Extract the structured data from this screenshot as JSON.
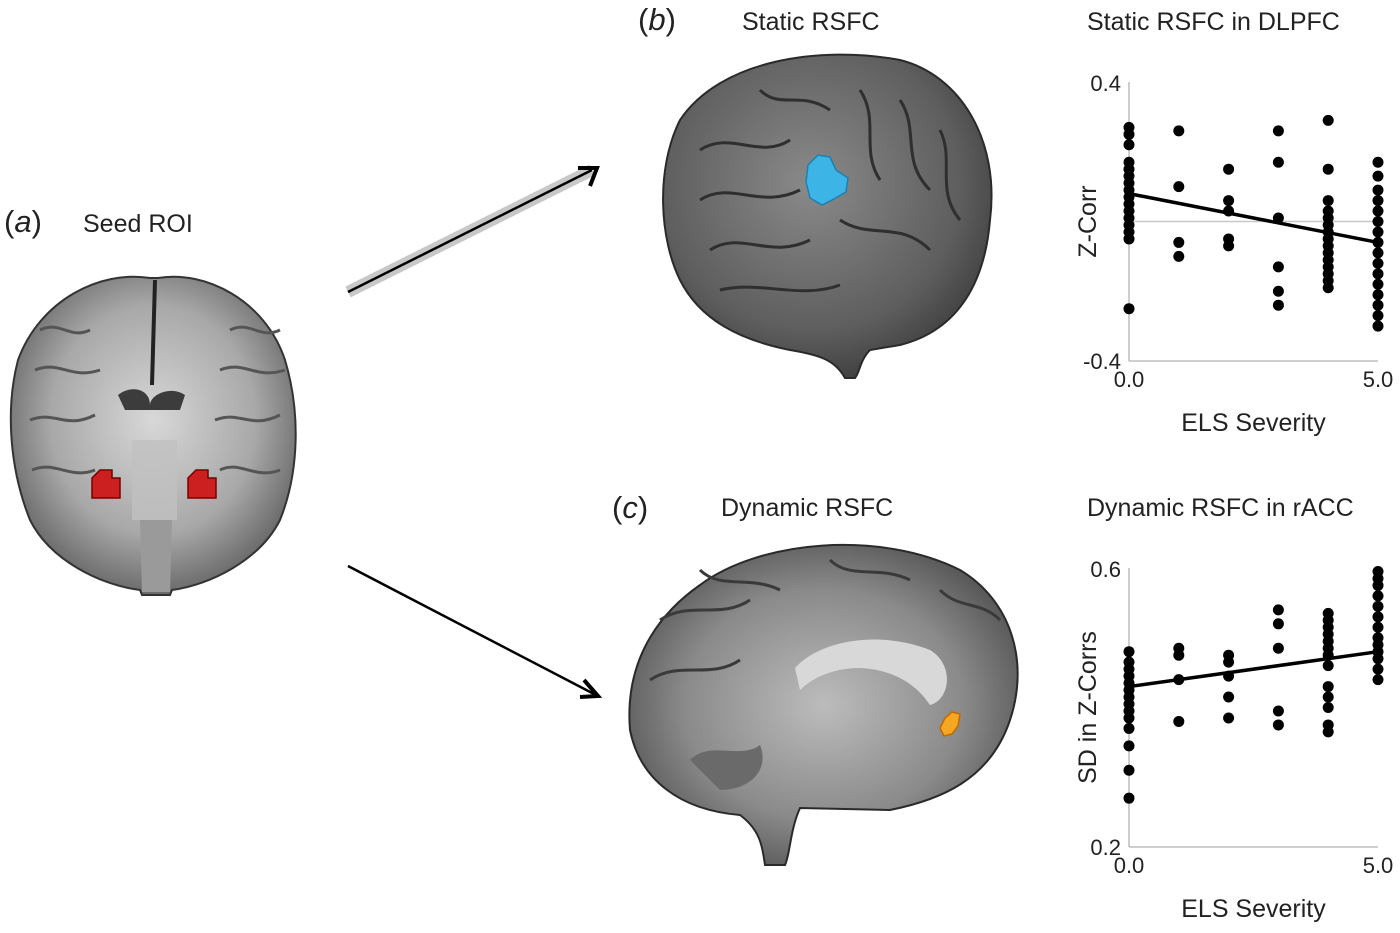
{
  "panels": {
    "a": {
      "letter": "a",
      "title": "Seed ROI"
    },
    "b": {
      "letter": "b",
      "title": "Static RSFC"
    },
    "c": {
      "letter": "c",
      "title": "Dynamic RSFC"
    }
  },
  "colors": {
    "seed_roi": "#cc1f1f",
    "static_cluster": "#3cb4e6",
    "dynamic_cluster": "#f5a623",
    "brain_gray": "#6b6b6b",
    "points": "#000000"
  },
  "chart_data": [
    {
      "type": "scatter",
      "title": "Static RSFC in DLPFC",
      "xlabel": "ELS Severity",
      "ylabel": "Z-Corr",
      "xlim": [
        0,
        5
      ],
      "ylim": [
        -0.4,
        0.4
      ],
      "xticks": [
        "0.0",
        "5.0"
      ],
      "yticks": [
        "0.4",
        "-0.4"
      ],
      "zero_line": true,
      "points": [
        [
          0,
          0.27
        ],
        [
          0,
          0.25
        ],
        [
          0,
          0.22
        ],
        [
          0,
          0.17
        ],
        [
          0,
          0.15
        ],
        [
          0,
          0.13
        ],
        [
          0,
          0.11
        ],
        [
          0,
          0.09
        ],
        [
          0,
          0.07
        ],
        [
          0,
          0.05
        ],
        [
          0,
          0.03
        ],
        [
          0,
          0.01
        ],
        [
          0,
          -0.01
        ],
        [
          0,
          -0.03
        ],
        [
          0,
          -0.05
        ],
        [
          0,
          -0.25
        ],
        [
          1,
          0.26
        ],
        [
          1,
          0.1
        ],
        [
          1,
          -0.06
        ],
        [
          1,
          -0.1
        ],
        [
          2,
          0.15
        ],
        [
          2,
          0.06
        ],
        [
          2,
          0.03
        ],
        [
          2,
          -0.05
        ],
        [
          2,
          -0.07
        ],
        [
          3,
          0.26
        ],
        [
          3,
          0.17
        ],
        [
          3,
          0.01
        ],
        [
          3,
          -0.13
        ],
        [
          3,
          -0.2
        ],
        [
          3,
          -0.24
        ],
        [
          4,
          0.29
        ],
        [
          4,
          0.15
        ],
        [
          4,
          0.06
        ],
        [
          4,
          0.03
        ],
        [
          4,
          0.01
        ],
        [
          4,
          -0.01
        ],
        [
          4,
          -0.03
        ],
        [
          4,
          -0.05
        ],
        [
          4,
          -0.07
        ],
        [
          4,
          -0.09
        ],
        [
          4,
          -0.11
        ],
        [
          4,
          -0.13
        ],
        [
          4,
          -0.15
        ],
        [
          4,
          -0.17
        ],
        [
          4,
          -0.19
        ],
        [
          5,
          0.17
        ],
        [
          5,
          0.13
        ],
        [
          5,
          0.09
        ],
        [
          5,
          0.06
        ],
        [
          5,
          0.03
        ],
        [
          5,
          0.0
        ],
        [
          5,
          -0.03
        ],
        [
          5,
          -0.06
        ],
        [
          5,
          -0.09
        ],
        [
          5,
          -0.12
        ],
        [
          5,
          -0.15
        ],
        [
          5,
          -0.18
        ],
        [
          5,
          -0.21
        ],
        [
          5,
          -0.24
        ],
        [
          5,
          -0.27
        ],
        [
          5,
          -0.3
        ]
      ],
      "fit": {
        "x": [
          0,
          5
        ],
        "y": [
          0.08,
          -0.06
        ]
      }
    },
    {
      "type": "scatter",
      "title": "Dynamic RSFC in rACC",
      "xlabel": "ELS Severity",
      "ylabel": "SD in Z-Corrs",
      "xlim": [
        0,
        5
      ],
      "ylim": [
        0.2,
        0.6
      ],
      "xticks": [
        "0.0",
        "5.0"
      ],
      "yticks": [
        "0.6",
        "0.2"
      ],
      "zero_line": false,
      "points": [
        [
          0,
          0.48
        ],
        [
          0,
          0.465
        ],
        [
          0,
          0.455
        ],
        [
          0,
          0.445
        ],
        [
          0,
          0.435
        ],
        [
          0,
          0.425
        ],
        [
          0,
          0.415
        ],
        [
          0,
          0.405
        ],
        [
          0,
          0.395
        ],
        [
          0,
          0.385
        ],
        [
          0,
          0.37
        ],
        [
          0,
          0.345
        ],
        [
          0,
          0.31
        ],
        [
          0,
          0.27
        ],
        [
          1,
          0.485
        ],
        [
          1,
          0.475
        ],
        [
          1,
          0.44
        ],
        [
          1,
          0.38
        ],
        [
          2,
          0.475
        ],
        [
          2,
          0.465
        ],
        [
          2,
          0.445
        ],
        [
          2,
          0.415
        ],
        [
          2,
          0.385
        ],
        [
          3,
          0.54
        ],
        [
          3,
          0.52
        ],
        [
          3,
          0.485
        ],
        [
          3,
          0.395
        ],
        [
          3,
          0.375
        ],
        [
          4,
          0.535
        ],
        [
          4,
          0.525
        ],
        [
          4,
          0.515
        ],
        [
          4,
          0.505
        ],
        [
          4,
          0.495
        ],
        [
          4,
          0.485
        ],
        [
          4,
          0.475
        ],
        [
          4,
          0.46
        ],
        [
          4,
          0.43
        ],
        [
          4,
          0.415
        ],
        [
          4,
          0.4
        ],
        [
          4,
          0.375
        ],
        [
          4,
          0.365
        ],
        [
          5,
          0.595
        ],
        [
          5,
          0.585
        ],
        [
          5,
          0.575
        ],
        [
          5,
          0.56
        ],
        [
          5,
          0.545
        ],
        [
          5,
          0.53
        ],
        [
          5,
          0.515
        ],
        [
          5,
          0.5
        ],
        [
          5,
          0.49
        ],
        [
          5,
          0.48
        ],
        [
          5,
          0.47
        ],
        [
          5,
          0.455
        ],
        [
          5,
          0.44
        ]
      ],
      "fit": {
        "x": [
          0,
          5
        ],
        "y": [
          0.43,
          0.48
        ]
      }
    }
  ]
}
